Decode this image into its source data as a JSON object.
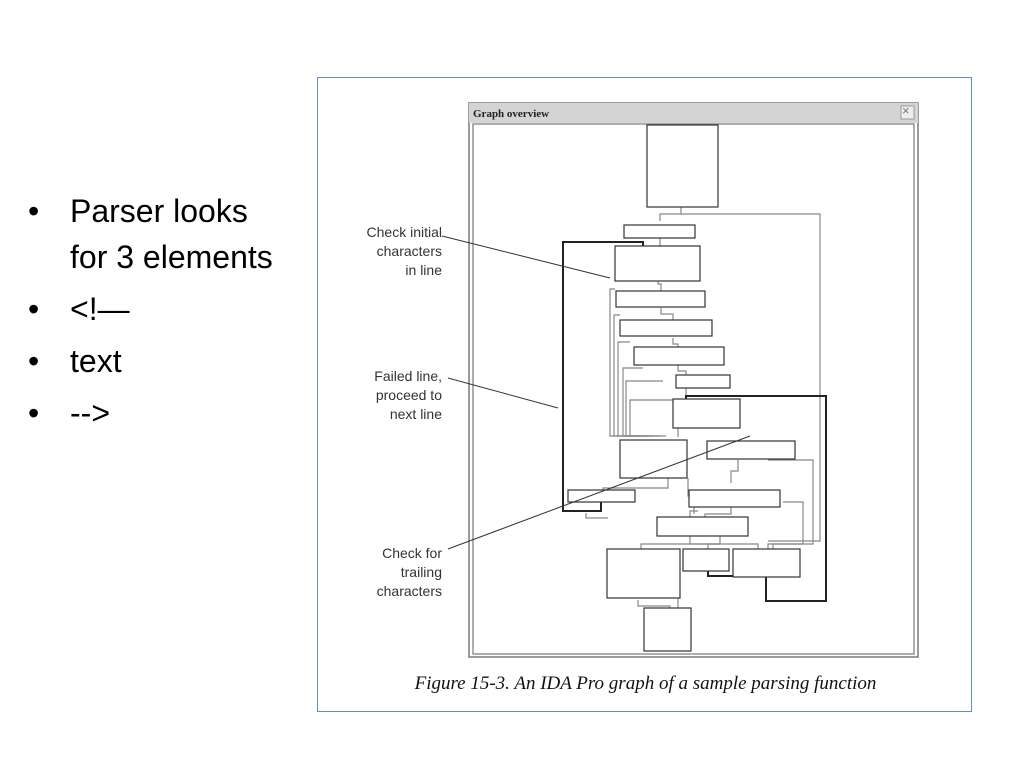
{
  "bullets": [
    {
      "text": "Parser looks for 3 elements"
    },
    {
      "text": "<!—"
    },
    {
      "text": "text"
    },
    {
      "text": "-->"
    }
  ],
  "bullet_glyph": "•",
  "figure": {
    "window_title": "Graph overview",
    "close_glyph": "×",
    "caption": "Figure 15-3. An IDA Pro graph of a sample parsing function",
    "annotations": {
      "check_initial": "Check initial\ncharacters\nin line",
      "failed_line": "Failed line,\nproceed to\nnext line",
      "check_trailing": "Check for\ntrailing\ncharacters"
    }
  },
  "colors": {
    "frame_border": "#5b8fd0",
    "window_title_bar": "#d4d4d4",
    "edge_gray": "#888888",
    "edge_dark": "#222222"
  }
}
